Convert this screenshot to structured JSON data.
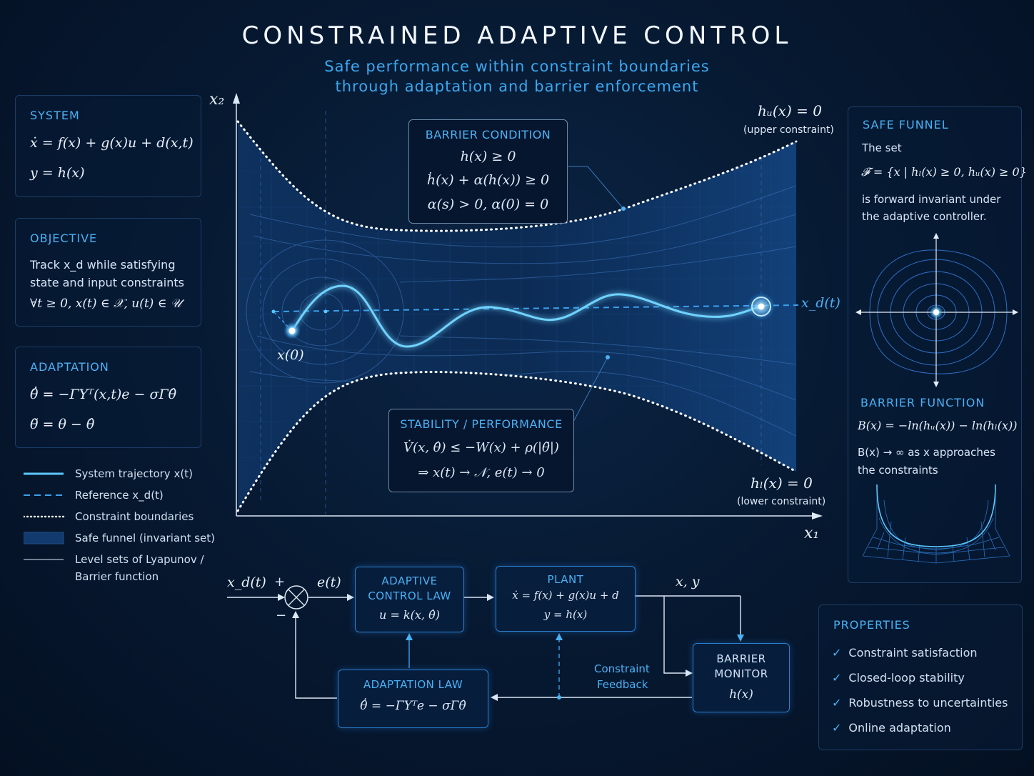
{
  "header": {
    "title": "CONSTRAINED ADAPTIVE CONTROL",
    "subtitle_line1": "Safe performance within constraint boundaries",
    "subtitle_line2": "through adaptation and barrier enforcement"
  },
  "system_panel": {
    "heading": "SYSTEM",
    "eq1": "ẋ = f(x) + g(x)u + d(x,t)",
    "eq2": "y = h(x)"
  },
  "objective_panel": {
    "heading": "OBJECTIVE",
    "line1": "Track x_d while satisfying",
    "line2": "state and input constraints",
    "eq": "∀t ≥ 0,  x(t) ∈ 𝒳,  u(t) ∈ 𝒰"
  },
  "adaptation_panel": {
    "heading": "ADAPTATION",
    "eq1": "θ̂̇ = −ΓYᵀ(x,t)e − σΓθ̂",
    "eq2": "θ̃ = θ − θ̂"
  },
  "legend": [
    {
      "label": "System trajectory x(t)"
    },
    {
      "label": "Reference x_d(t)"
    },
    {
      "label": "Constraint boundaries"
    },
    {
      "label": "Safe funnel (invariant set)"
    },
    {
      "label": "Level sets of Lyapunov /"
    },
    {
      "label": "Barrier function"
    }
  ],
  "plot": {
    "x_axis": "x₁",
    "y_axis": "x₂",
    "upper_label": "hᵤ(x) = 0",
    "upper_caption": "(upper constraint)",
    "lower_label": "hₗ(x) = 0",
    "lower_caption": "(lower constraint)",
    "start_label": "x(0)",
    "ref_label": "x_d(t)",
    "barrier_box": {
      "heading": "BARRIER CONDITION",
      "eq1": "h(x) ≥ 0",
      "eq2": "ḣ(x) + α(h(x)) ≥ 0",
      "eq3": "α(s) > 0,  α(0) = 0"
    },
    "stability_box": {
      "heading": "STABILITY / PERFORMANCE",
      "eq1": "V̇(x, θ̂) ≤ −W(x) + ρ(|θ̃|)",
      "eq2": "⇒  x(t) → 𝒩,  e(t) → 0"
    }
  },
  "safe_funnel_panel": {
    "heading": "SAFE FUNNEL",
    "line1": "The set",
    "eq": "𝓕 = {x | hₗ(x) ≥ 0, hᵤ(x) ≥ 0}",
    "line2": "is forward invariant under",
    "line3": "the adaptive controller.",
    "barrier_heading": "BARRIER FUNCTION",
    "barrier_eq": "B(x) = −ln(hᵤ(x)) − ln(hₗ(x))",
    "barrier_line1": "B(x) → ∞ as x approaches",
    "barrier_line2": "the constraints"
  },
  "block_diagram": {
    "input": "x_d(t)",
    "plus": "+",
    "minus": "−",
    "error": "e(t)",
    "output": "x, y",
    "controller": {
      "line1": "ADAPTIVE",
      "line2": "CONTROL LAW",
      "eq": "u = k(x, θ̂)"
    },
    "plant": {
      "heading": "PLANT",
      "eq1": "ẋ = f(x) + g(x)u + d",
      "eq2": "y = h(x)"
    },
    "barrier_monitor": {
      "line1": "BARRIER",
      "line2": "MONITOR",
      "eq": "h(x)"
    },
    "adaptation_law": {
      "heading": "ADAPTATION LAW",
      "eq": "θ̂̇ = −ΓYᵀe − σΓθ̂"
    },
    "feedback_line1": "Constraint",
    "feedback_line2": "Feedback"
  },
  "properties_panel": {
    "heading": "PROPERTIES",
    "items": [
      "Constraint satisfaction",
      "Closed-loop stability",
      "Robustness to uncertainties",
      "Online adaptation"
    ],
    "check": "✓"
  },
  "colors": {
    "accent": "#4ab1f5",
    "trajectory": "#5cc8ff",
    "background": "#071a33"
  }
}
